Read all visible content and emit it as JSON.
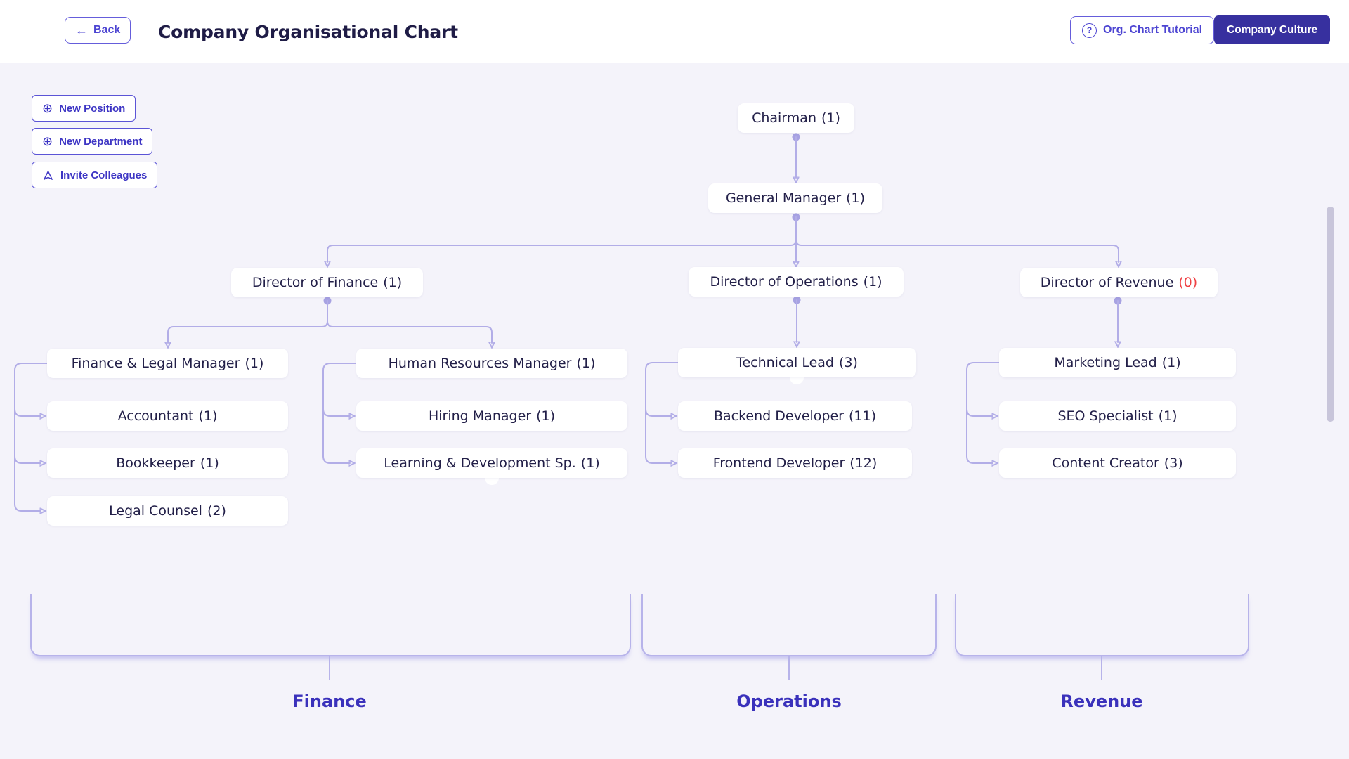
{
  "header": {
    "back_label": "Back",
    "title": "Company Organisational Chart",
    "tutorial_label": "Org. Chart Tutorial",
    "culture_label": "Company Culture"
  },
  "toolbar": {
    "new_position_label": "New Position",
    "new_department_label": "New Department",
    "invite_colleagues_label": "Invite Colleagues"
  },
  "colors": {
    "accent_indigo": "#4d45d2",
    "filled_button_bg": "#37309f",
    "connector": "#b2ade7",
    "zero_count_red": "#ef4043",
    "department_label": "#3a31bb",
    "canvas_bg": "#f4f3fa"
  },
  "nodes": {
    "chairman": {
      "name": "Chairman",
      "count": "(1)"
    },
    "general_manager": {
      "name": "General Manager",
      "count": "(1)"
    },
    "director_finance": {
      "name": "Director of Finance",
      "count": "(1)"
    },
    "director_operations": {
      "name": "Director of Operations",
      "count": "(1)"
    },
    "director_revenue": {
      "name": "Director of Revenue",
      "count": "(0)"
    },
    "finance_legal_manager": {
      "name": "Finance & Legal Manager",
      "count": "(1)"
    },
    "hr_manager": {
      "name": "Human Resources Manager",
      "count": "(1)"
    },
    "technical_lead": {
      "name": "Technical Lead",
      "count": "(3)"
    },
    "marketing_lead": {
      "name": "Marketing Lead",
      "count": "(1)"
    },
    "accountant": {
      "name": "Accountant",
      "count": "(1)"
    },
    "bookkeeper": {
      "name": "Bookkeeper",
      "count": "(1)"
    },
    "legal_counsel": {
      "name": "Legal Counsel",
      "count": "(2)"
    },
    "hiring_manager": {
      "name": "Hiring Manager",
      "count": "(1)"
    },
    "learning_development_sp": {
      "name": "Learning & Development Sp.",
      "count": "(1)"
    },
    "backend_developer": {
      "name": "Backend Developer",
      "count": "(11)"
    },
    "frontend_developer": {
      "name": "Frontend Developer",
      "count": "(12)"
    },
    "seo_specialist": {
      "name": "SEO Specialist",
      "count": "(1)"
    },
    "content_creator": {
      "name": "Content Creator",
      "count": "(3)"
    }
  },
  "departments": {
    "finance": "Finance",
    "operations": "Operations",
    "revenue": "Revenue"
  }
}
